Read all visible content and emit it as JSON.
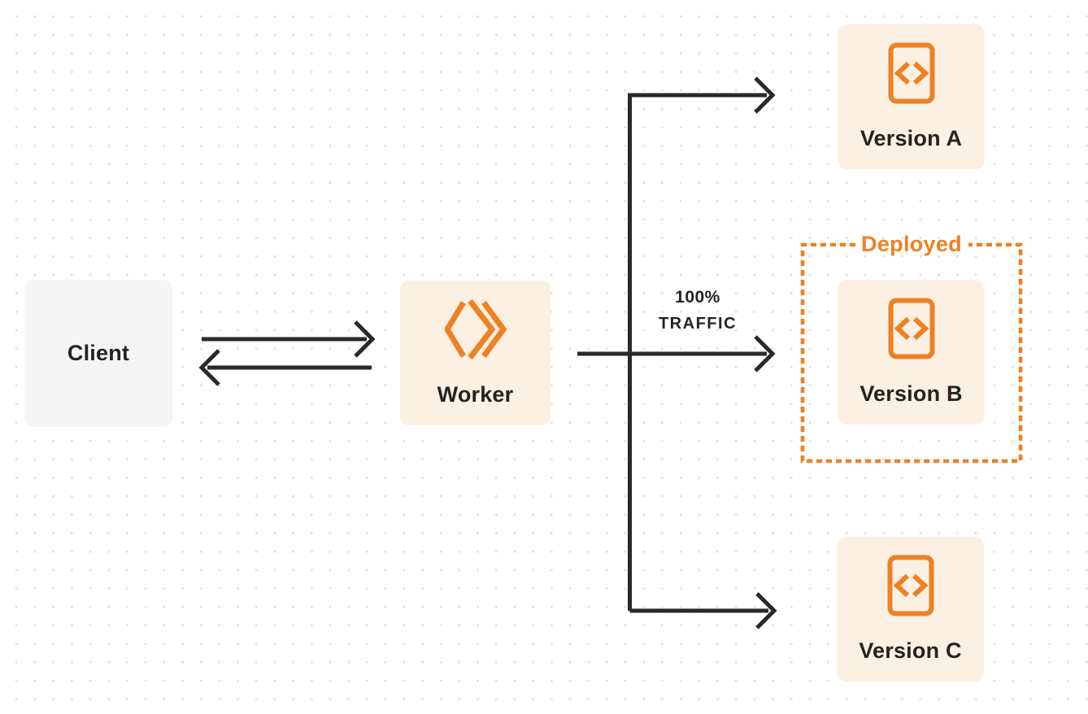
{
  "nodes": {
    "client": {
      "label": "Client"
    },
    "worker": {
      "label": "Worker",
      "icon": "cloudflare-workers-icon"
    },
    "version_a": {
      "label": "Version A",
      "icon": "code-file-icon"
    },
    "version_b": {
      "label": "Version B",
      "icon": "code-file-icon"
    },
    "version_c": {
      "label": "Version C",
      "icon": "code-file-icon"
    }
  },
  "annotations": {
    "deployed_label": "Deployed",
    "traffic_line1": "100%",
    "traffic_line2": "TRAFFIC"
  },
  "edges": [
    {
      "from": "client",
      "to": "worker",
      "style": "arrow"
    },
    {
      "from": "worker",
      "to": "client",
      "style": "arrow"
    },
    {
      "from": "worker",
      "to": "version_a",
      "style": "arrow"
    },
    {
      "from": "worker",
      "to": "version_b",
      "style": "arrow",
      "label": "100% TRAFFIC"
    },
    {
      "from": "worker",
      "to": "version_c",
      "style": "arrow"
    }
  ],
  "colors": {
    "accent_orange": "#EE8122",
    "node_cream": "#FBF0E2",
    "client_gray": "#F5F5F6",
    "ink": "#24231F",
    "arrow": "#2B2926",
    "dot_grid": "#E3E3E3",
    "background": "#FFFFFF"
  }
}
